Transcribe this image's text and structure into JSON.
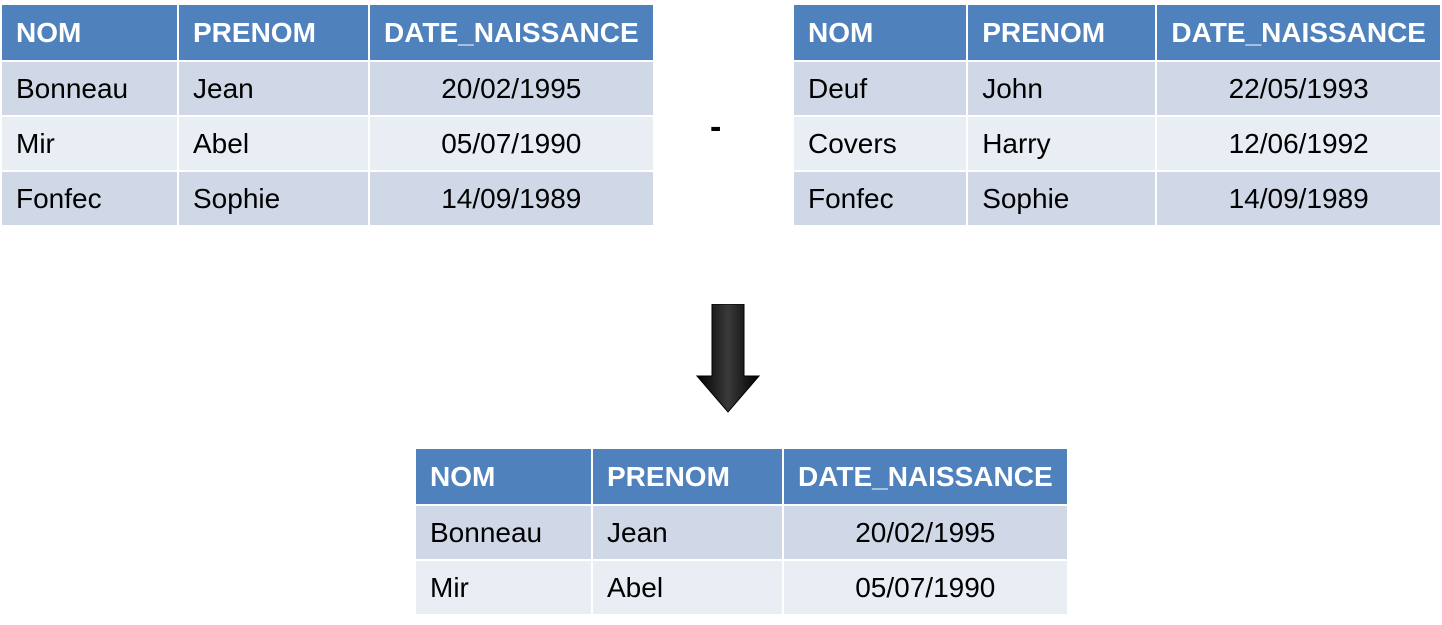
{
  "columns": [
    "NOM",
    "PRENOM",
    "DATE_NAISSANCE"
  ],
  "operator": "-",
  "table_left": {
    "rows": [
      [
        "Bonneau",
        "Jean",
        "20/02/1995"
      ],
      [
        "Mir",
        "Abel",
        "05/07/1990"
      ],
      [
        "Fonfec",
        "Sophie",
        "14/09/1989"
      ]
    ]
  },
  "table_right": {
    "rows": [
      [
        "Deuf",
        "John",
        "22/05/1993"
      ],
      [
        "Covers",
        "Harry",
        "12/06/1992"
      ],
      [
        "Fonfec",
        "Sophie",
        "14/09/1989"
      ]
    ]
  },
  "table_result": {
    "rows": [
      [
        "Bonneau",
        "Jean",
        "20/02/1995"
      ],
      [
        "Mir",
        "Abel",
        "05/07/1990"
      ]
    ]
  },
  "colors": {
    "header_bg": "#4f81bd",
    "row_odd_bg": "#d0d8e8",
    "row_even_bg": "#e9edf4"
  },
  "icons": {
    "arrow": "arrow-down-icon"
  }
}
